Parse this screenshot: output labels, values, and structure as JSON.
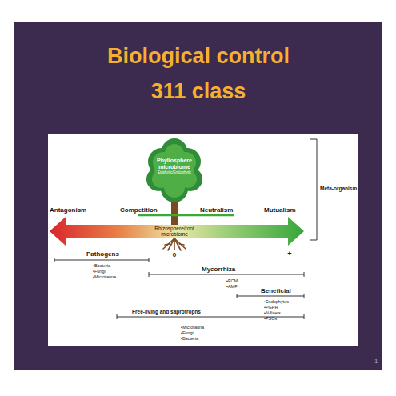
{
  "diagram": {
    "title": "Biological control 311 class",
    "nodes": [
      {
        "text": [
          "Phyllosphere microbiome",
          "Epiphytic/Endophytic"
        ]
      },
      {
        "text": [
          "Rhizosphere/root microbiome"
        ]
      }
    ],
    "labels": [
      "Antagonism",
      "Competition",
      "Neutralism",
      "Mutualism",
      "Meta-organism",
      "-",
      "0",
      "+",
      "Pathogens",
      "•Bacteria",
      "•Fungi",
      "•Microfauna",
      "Mycorrhiza",
      "•ECM",
      "•AMF",
      "Beneficial",
      "•Endophytes",
      "•PGPR",
      "•N-fixers",
      "•PSOs",
      "Free-living and saprotrophs",
      "•Microfauna",
      "•Fungi",
      "•Bacteria",
      "1"
    ]
  }
}
